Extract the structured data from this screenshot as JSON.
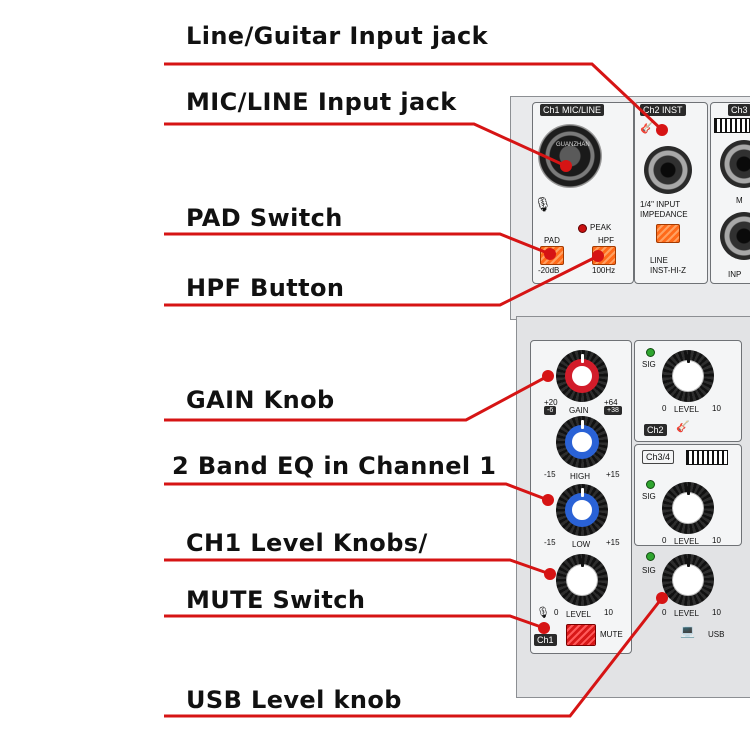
{
  "callouts": [
    {
      "id": "line-guitar",
      "label": "Line/Guitar Input jack"
    },
    {
      "id": "mic-line",
      "label": "MIC/LINE Input jack"
    },
    {
      "id": "pad",
      "label": "PAD Switch"
    },
    {
      "id": "hpf",
      "label": "HPF Button"
    },
    {
      "id": "gain",
      "label": "GAIN Knob"
    },
    {
      "id": "eq",
      "label": "2 Band EQ in Channel 1"
    },
    {
      "id": "level",
      "label": "CH1 Level Knobs/"
    },
    {
      "id": "mute",
      "label": "MUTE Switch"
    },
    {
      "id": "usb",
      "label": "USB Level knob"
    }
  ],
  "colors": {
    "accent_line": "#d61414",
    "knob_gain": "#d21c2a",
    "knob_eq": "#2a62d6",
    "button_orange": "#ff6a1a",
    "mute_red": "#d81818",
    "led_green": "#2fa52f"
  },
  "panel": {
    "ch1_header": "Ch1 MIC/LINE",
    "ch2_inst_header": "Ch2 INST",
    "ch3_header": "Ch3",
    "brand": "GUANZHAN",
    "peak": "PEAK",
    "pad": "PAD",
    "pad_value": "-20dB",
    "hpf": "HPF",
    "hpf_value": "100Hz",
    "impedance_line1": "1/4\" INPUT",
    "impedance_line2": "IMPEDANCE",
    "line_label": "LINE",
    "inst_label": "INST-HI-Z",
    "m_label": "M",
    "inp_label": "INP",
    "gain": "GAIN",
    "gain_left_top": "+20",
    "gain_left_bot": "-6",
    "gain_right_top": "+64",
    "gain_right_bot": "+38",
    "high": "HIGH",
    "low": "LOW",
    "eq_min": "-15",
    "eq_max": "+15",
    "level": "LEVEL",
    "level_min": "0",
    "level_max": "10",
    "mute": "MUTE",
    "ch1_tag": "Ch1",
    "sig": "SIG",
    "ch2_tag": "Ch2",
    "ch34_tag": "Ch3/4",
    "usb": "USB"
  }
}
